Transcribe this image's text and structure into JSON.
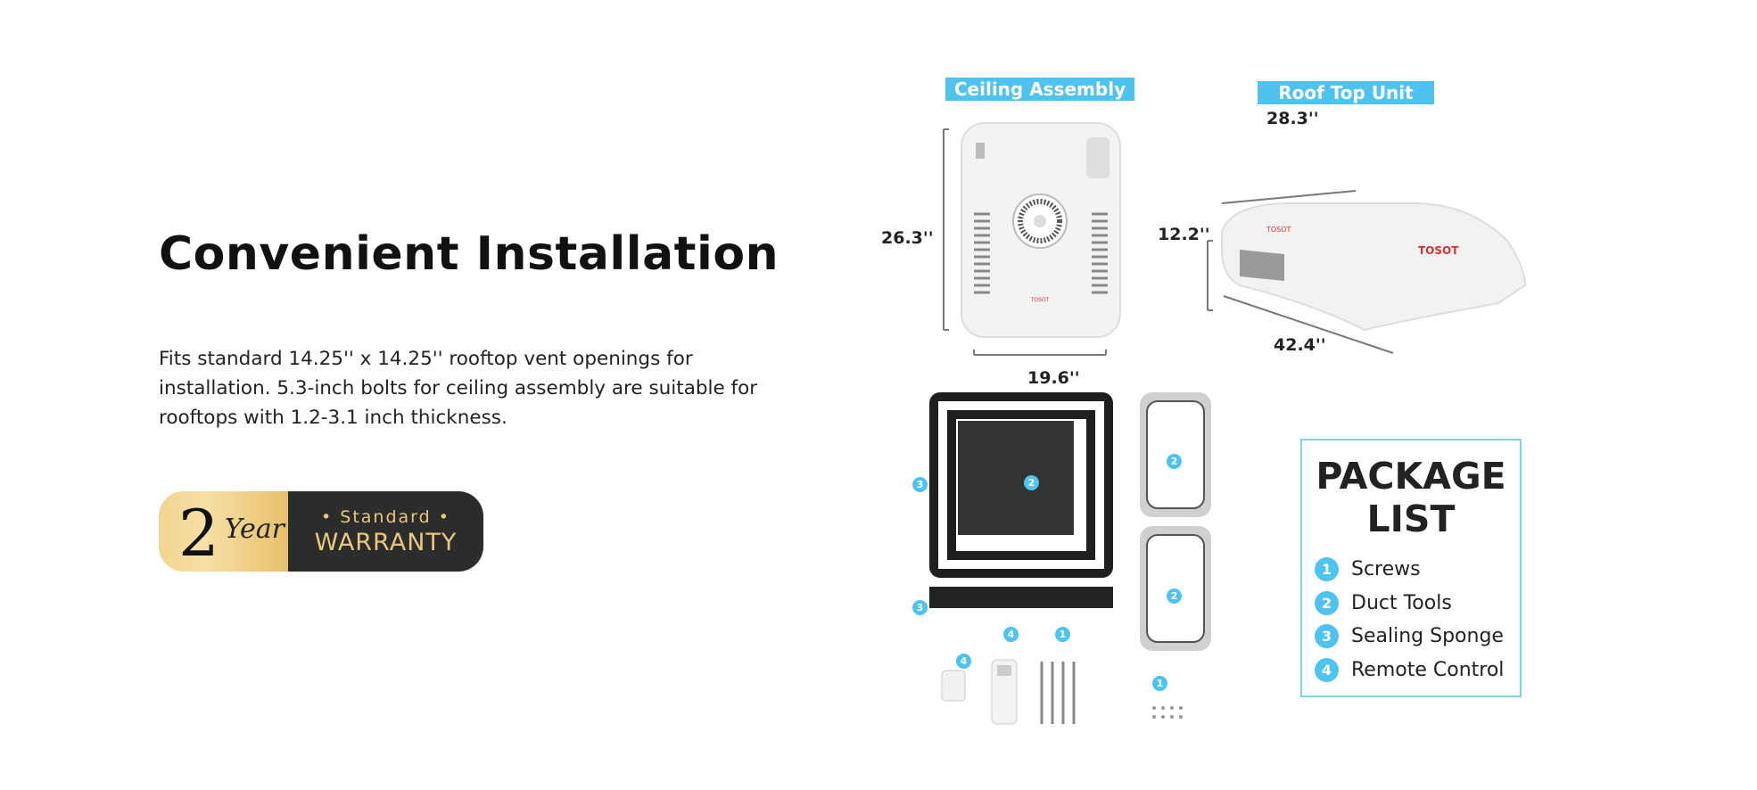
{
  "heading": "Convenient Installation",
  "description": "Fits standard 14.25'' x 14.25'' rooftop vent openings for installation. 5.3-inch bolts for ceiling assembly are suitable for rooftops with 1.2-3.1 inch thickness.",
  "warranty": {
    "number": "2",
    "unit": "Year",
    "standard": "• Standard •",
    "label": "WARRANTY"
  },
  "figure": {
    "ceiling_label": "Ceiling Assembly",
    "roof_label": "Roof Top Unit",
    "ceiling_height": "26.3''",
    "ceiling_width": "19.6''",
    "roof_depth": "28.3''",
    "roof_height": "12.2''",
    "roof_length": "42.4''",
    "brand": "TOSOT"
  },
  "package": {
    "title_line1": "PACKAGE",
    "title_line2": "LIST",
    "items": [
      {
        "n": "1",
        "label": "Screws"
      },
      {
        "n": "2",
        "label": "Duct Tools"
      },
      {
        "n": "3",
        "label": "Sealing Sponge"
      },
      {
        "n": "4",
        "label": "Remote Control"
      }
    ]
  },
  "colors": {
    "accent": "#4fc3f0",
    "gold": "#e8c87e",
    "dark": "#2c2c2c"
  }
}
